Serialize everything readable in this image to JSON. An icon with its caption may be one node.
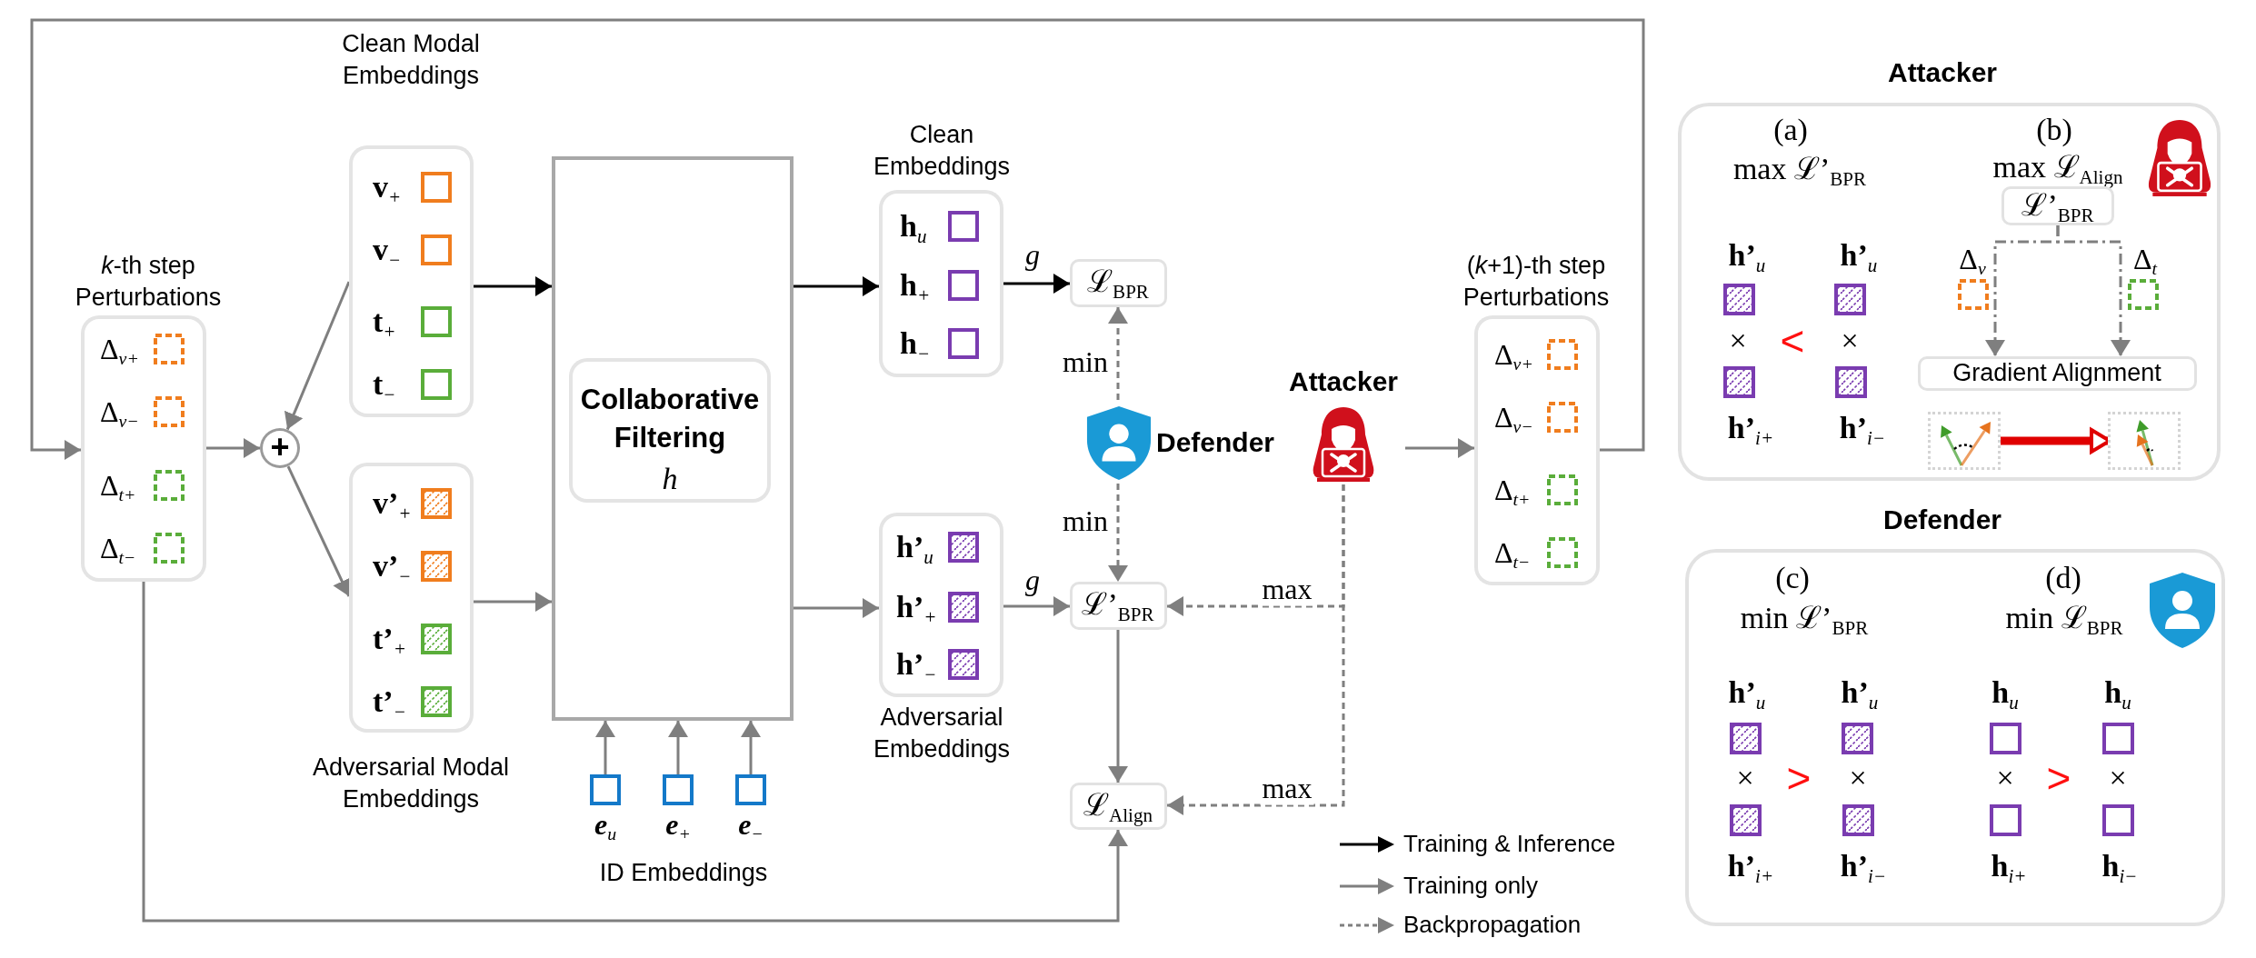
{
  "diagram": {
    "nodes": [
      {
        "text": [
          "*k*-th step Perturbations",
          "Δ$_{v+}$",
          "Δ$_{v−}$",
          "Δ$_{t+}$",
          "Δ$_{t−}$"
        ]
      },
      {
        "text": [
          "+"
        ]
      },
      {
        "text": [
          "Clean Modal Embeddings",
          "v$_{+}$",
          "v$_{−}$",
          "t$_{+}$",
          "t$_{−}$"
        ]
      },
      {
        "text": [
          "v’$_{+}$",
          "v’$_{−}$",
          "t’$_{+}$",
          "t’$_{−}$",
          "Adversarial Modal Embeddings"
        ]
      },
      {
        "text": [],
        "shape": "box"
      },
      {
        "text": [
          "Collaborative Filtering",
          "h"
        ],
        "in": 4
      },
      {
        "text": [
          "e$_{u}$"
        ]
      },
      {
        "text": [
          "e$_{+}$"
        ]
      },
      {
        "text": [
          "e$_{−}$"
        ]
      },
      {
        "text": [
          "Clean Embeddings",
          "h$_{u}$",
          "h$_{+}$",
          "h$_{−}$"
        ]
      },
      {
        "text": [
          "h’$_{u}$",
          "h’$_{+}$",
          "h’$_{−}$",
          "Adversarial Embeddings"
        ]
      },
      {
        "text": [
          "ℒ$_{BPR}$"
        ]
      },
      {
        "text": [
          "ℒ’$_{BPR}$"
        ]
      },
      {
        "text": [
          "ℒ$_{Align}$"
        ]
      },
      {
        "text": [
          "Defender"
        ]
      },
      {
        "text": [
          "Attacker"
        ]
      },
      {
        "text": [
          "(*k*+1)-th step Perturbations",
          "Δ$_{v+}$",
          "Δ$_{v−}$",
          "Δ$_{t+}$",
          "Δ$_{t−}$"
        ]
      },
      {
        "text": [
          "Attacker",
          "(a)",
          "max ℒ’$_{BPR}$",
          "(b)",
          "max ℒ$_{Align}$",
          "h’$_{u}$",
          "h’$_{u}$",
          "Δ$_{v}$",
          "Δ$_{t}$",
          "×",
          "<",
          "×",
          "h’$_{i+}$",
          "h’$_{i−}$"
        ]
      },
      {
        "text": [
          "ℒ’$_{BPR}$"
        ],
        "in": 17
      },
      {
        "text": [
          "Gradient Alignment"
        ],
        "in": 17
      },
      {
        "text": [],
        "shape": "box",
        "in": 17
      },
      {
        "text": [],
        "shape": "box",
        "in": 17
      },
      {
        "text": [
          "Defender",
          "(c)",
          "min ℒ’$_{BPR}$",
          "(d)",
          "min ℒ$_{BPR}$",
          "h’$_{u}$",
          "h’$_{u}$",
          "h$_{u}$",
          "h$_{u}$",
          "×",
          ">",
          "×",
          "×",
          ">",
          "×",
          "h’$_{i+}$",
          "h’$_{i−}$",
          "h$_{i+}$",
          "h$_{i−}$"
        ]
      }
    ],
    "edges": [
      {
        "from": 16,
        "to": 0,
        "arrow": "to"
      },
      {
        "from": 0,
        "to": 1,
        "arrow": "to"
      },
      {
        "from": 2,
        "to": 1,
        "arrow": "to"
      },
      {
        "from": 1,
        "to": 3,
        "arrow": "to"
      },
      {
        "from": 2,
        "to": 4,
        "arrow": "to",
        "color": "#000000"
      },
      {
        "from": 3,
        "to": 4,
        "arrow": "to"
      },
      {
        "from": 6,
        "to": 4,
        "arrow": "to"
      },
      {
        "from": 7,
        "to": 4,
        "arrow": "to"
      },
      {
        "from": 8,
        "to": 4,
        "arrow": "to"
      },
      {
        "from": 4,
        "to": 9,
        "arrow": "to",
        "color": "#000000"
      },
      {
        "from": 4,
        "to": 10,
        "arrow": "to"
      },
      {
        "from": 9,
        "to": 11,
        "arrow": "to",
        "label": "g",
        "color": "#000000"
      },
      {
        "from": 10,
        "to": 12,
        "arrow": "to",
        "label": "g"
      },
      {
        "from": 14,
        "to": 11,
        "arrow": "to",
        "label": "min",
        "style": "dashed"
      },
      {
        "from": 14,
        "to": 12,
        "arrow": "to",
        "label": "min",
        "style": "dashed"
      },
      {
        "from": 12,
        "to": 13,
        "arrow": "to"
      },
      {
        "from": 0,
        "to": 13,
        "arrow": "to"
      },
      {
        "from": 15,
        "to": 16,
        "arrow": "to"
      },
      {
        "from": 15,
        "to": 12,
        "arrow": "to",
        "label": "max",
        "style": "dashed"
      },
      {
        "from": 15,
        "to": 13,
        "arrow": "to",
        "label": "max",
        "style": "dashed"
      },
      {
        "from": 18,
        "to": 19,
        "arrow": "to",
        "style": "dashed"
      },
      {
        "from": 18,
        "to": 19,
        "arrow": "to",
        "style": "dashed"
      },
      {
        "from": 20,
        "to": 21,
        "arrow": "to",
        "style": "thick",
        "color": "#e00000"
      }
    ],
    "labels": [
      "ID Embeddings"
    ],
    "legend": [
      {
        "text": "Training & Inference"
      },
      {
        "text": "Training only"
      },
      {
        "text": "Backpropagation"
      }
    ]
  }
}
